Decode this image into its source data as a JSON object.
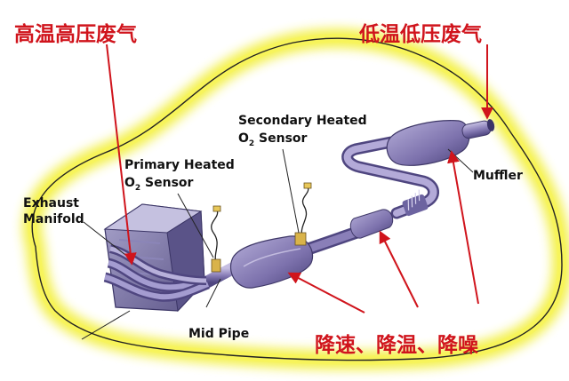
{
  "annotations": {
    "high_temp_gas": "高温高压废气",
    "low_temp_gas": "低温低压废气",
    "effect": "降速、降温、降噪"
  },
  "labels": {
    "exhaust_manifold_line1": "Exhaust",
    "exhaust_manifold_line2": "Manifold",
    "primary_sensor_line1": "Primary Heated",
    "primary_sensor_o": "O",
    "primary_sensor_sub": "2",
    "primary_sensor_rest": " Sensor",
    "secondary_sensor_line1": "Secondary Heated",
    "secondary_sensor_o": "O",
    "secondary_sensor_sub": "2",
    "secondary_sensor_rest": " Sensor",
    "muffler": "Muffler",
    "mid_pipe": "Mid Pipe"
  },
  "colors": {
    "annotation_red": "#d0141c",
    "car_glow": "#f2ef3a",
    "pipe_purple": "#8a7fb8",
    "pipe_dark": "#4f4680"
  }
}
